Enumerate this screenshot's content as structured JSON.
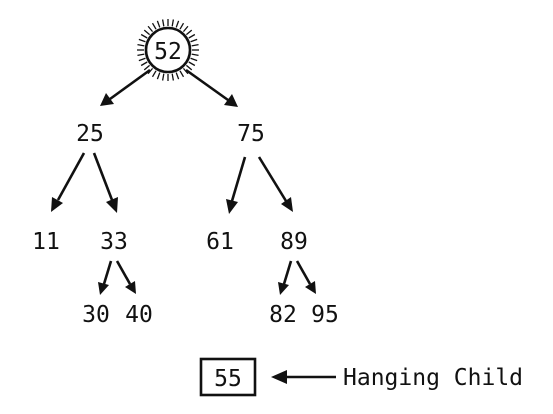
{
  "diagram": {
    "root": "52",
    "nodes": {
      "n25": "25",
      "n75": "75",
      "n11": "11",
      "n33": "33",
      "n61": "61",
      "n89": "89",
      "n30": "30",
      "n40": "40",
      "n82": "82",
      "n95": "95"
    },
    "edges": [
      [
        "52",
        "25"
      ],
      [
        "52",
        "75"
      ],
      [
        "25",
        "11"
      ],
      [
        "25",
        "33"
      ],
      [
        "75",
        "61"
      ],
      [
        "75",
        "89"
      ],
      [
        "33",
        "30"
      ],
      [
        "33",
        "40"
      ],
      [
        "89",
        "82"
      ],
      [
        "89",
        "95"
      ]
    ],
    "hanging_child": {
      "value": "55",
      "label": "Hanging Child"
    }
  }
}
